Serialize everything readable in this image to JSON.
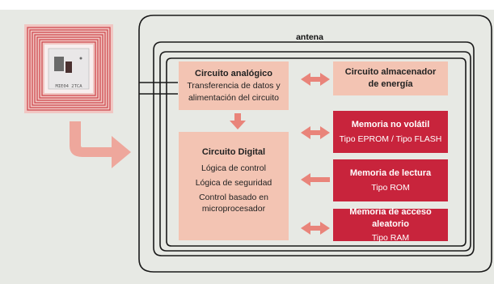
{
  "antenna": {
    "label": "antena"
  },
  "analog": {
    "title": "Circuito analógico",
    "lines": [
      "Transferencia de datos y",
      "alimentación del circuito"
    ]
  },
  "storage": {
    "lines": [
      "Circuito almacenador",
      "de energía"
    ]
  },
  "digital": {
    "title": "Circuito Digital",
    "lines": [
      "Lógica de control",
      "Lógica de seguridad",
      "Control basado en",
      "microprocesador"
    ]
  },
  "memories": [
    {
      "title": "Memoria no volátil",
      "type": "Tipo EPROM / Tipo FLASH"
    },
    {
      "title": "Memoria de lectura",
      "type": "Tipo ROM"
    },
    {
      "title": "Memoria de acceso aleatorio",
      "type": "Tipo RAM"
    }
  ],
  "tag_chip": {
    "text": "MIE04 2TCA"
  },
  "colors": {
    "light_box": "#f3c4b3",
    "dark_box": "#c8243c",
    "arrow": "#e9847a",
    "big_arrow": "#eea79c"
  }
}
